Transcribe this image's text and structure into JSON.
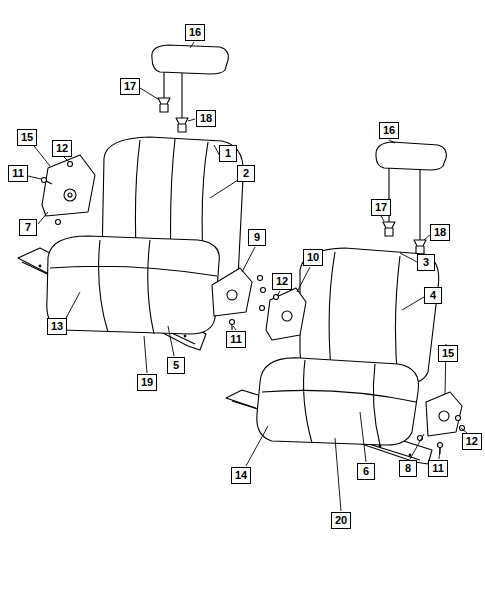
{
  "diagram": {
    "labels": [
      "16",
      "17",
      "18",
      "16",
      "15",
      "12",
      "1",
      "2",
      "11",
      "17",
      "7",
      "18",
      "9",
      "10",
      "3",
      "12",
      "4",
      "13",
      "11",
      "15",
      "5",
      "19",
      "12",
      "8",
      "11",
      "6",
      "14",
      "20"
    ]
  }
}
